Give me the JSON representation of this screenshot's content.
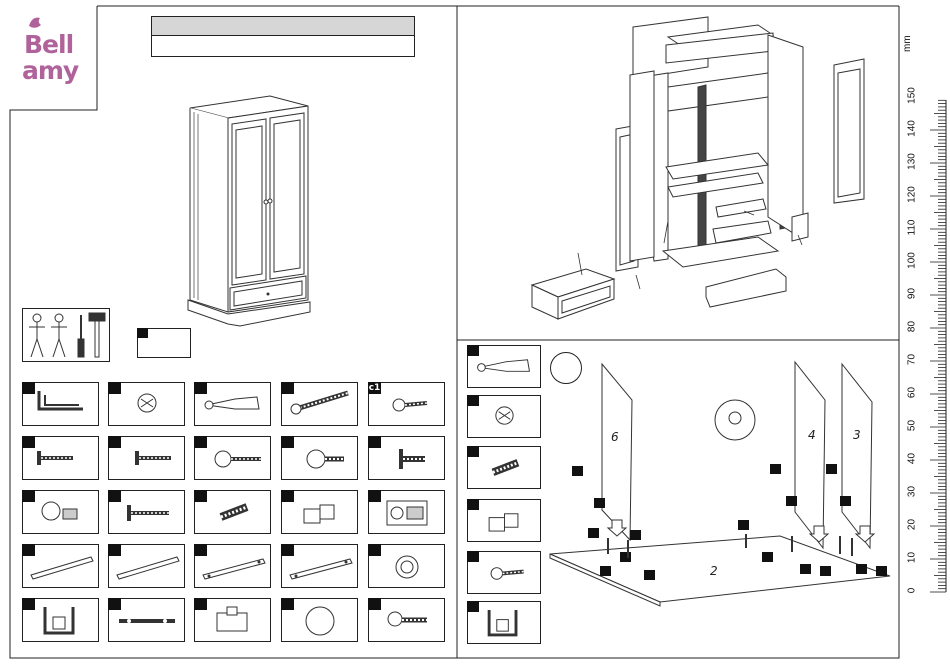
{
  "brand": {
    "line1": "Bell",
    "line2": "amy"
  },
  "parts": [
    {
      "label": "",
      "icon": "allen-key-icon"
    },
    {
      "label": "",
      "icon": "cam-lock-icon"
    },
    {
      "label": "",
      "icon": "cam-bolt-icon"
    },
    {
      "label": "",
      "icon": "long-screw-icon"
    },
    {
      "label": "c1",
      "icon": "short-screw-icon"
    },
    {
      "label": "",
      "icon": "flat-screw-icon"
    },
    {
      "label": "",
      "icon": "thin-screw-icon"
    },
    {
      "label": "",
      "icon": "countersunk-screw-icon"
    },
    {
      "label": "",
      "icon": "wide-head-screw-icon"
    },
    {
      "label": "",
      "icon": "stub-screw-icon"
    },
    {
      "label": "",
      "icon": "cam-nut-icon"
    },
    {
      "label": "",
      "icon": "washer-screw-icon"
    },
    {
      "label": "",
      "icon": "threaded-dowel-icon"
    },
    {
      "label": "",
      "icon": "shelf-pin-icon"
    },
    {
      "label": "",
      "icon": "hinge-icon"
    },
    {
      "label": "",
      "icon": "drawer-runner-icon"
    },
    {
      "label": "",
      "icon": "drawer-runner-icon"
    },
    {
      "label": "",
      "icon": "rail-icon"
    },
    {
      "label": "",
      "icon": "rail-icon"
    },
    {
      "label": "",
      "icon": "knob-icon"
    },
    {
      "label": "",
      "icon": "bracket-icon"
    },
    {
      "label": "",
      "icon": "hanging-rail-icon"
    },
    {
      "label": "",
      "icon": "rail-holder-icon"
    },
    {
      "label": "",
      "icon": "ring-icon"
    },
    {
      "label": "",
      "icon": "screw-icon"
    }
  ],
  "step_parts": [
    {
      "icon": "cam-bolt-icon"
    },
    {
      "icon": "cam-lock-icon"
    },
    {
      "icon": "threaded-dowel-icon"
    },
    {
      "icon": "shelf-pin-icon"
    },
    {
      "icon": "short-screw-icon"
    },
    {
      "icon": "bracket-icon"
    }
  ],
  "step_panels": {
    "left": "6",
    "mid": "4",
    "right": "3",
    "bottom": "2"
  },
  "ruler": {
    "unit": "mm",
    "labels": [
      "0",
      "10",
      "20",
      "30",
      "40",
      "50",
      "60",
      "70",
      "80",
      "90",
      "100",
      "110",
      "120",
      "130",
      "140",
      "150"
    ]
  }
}
